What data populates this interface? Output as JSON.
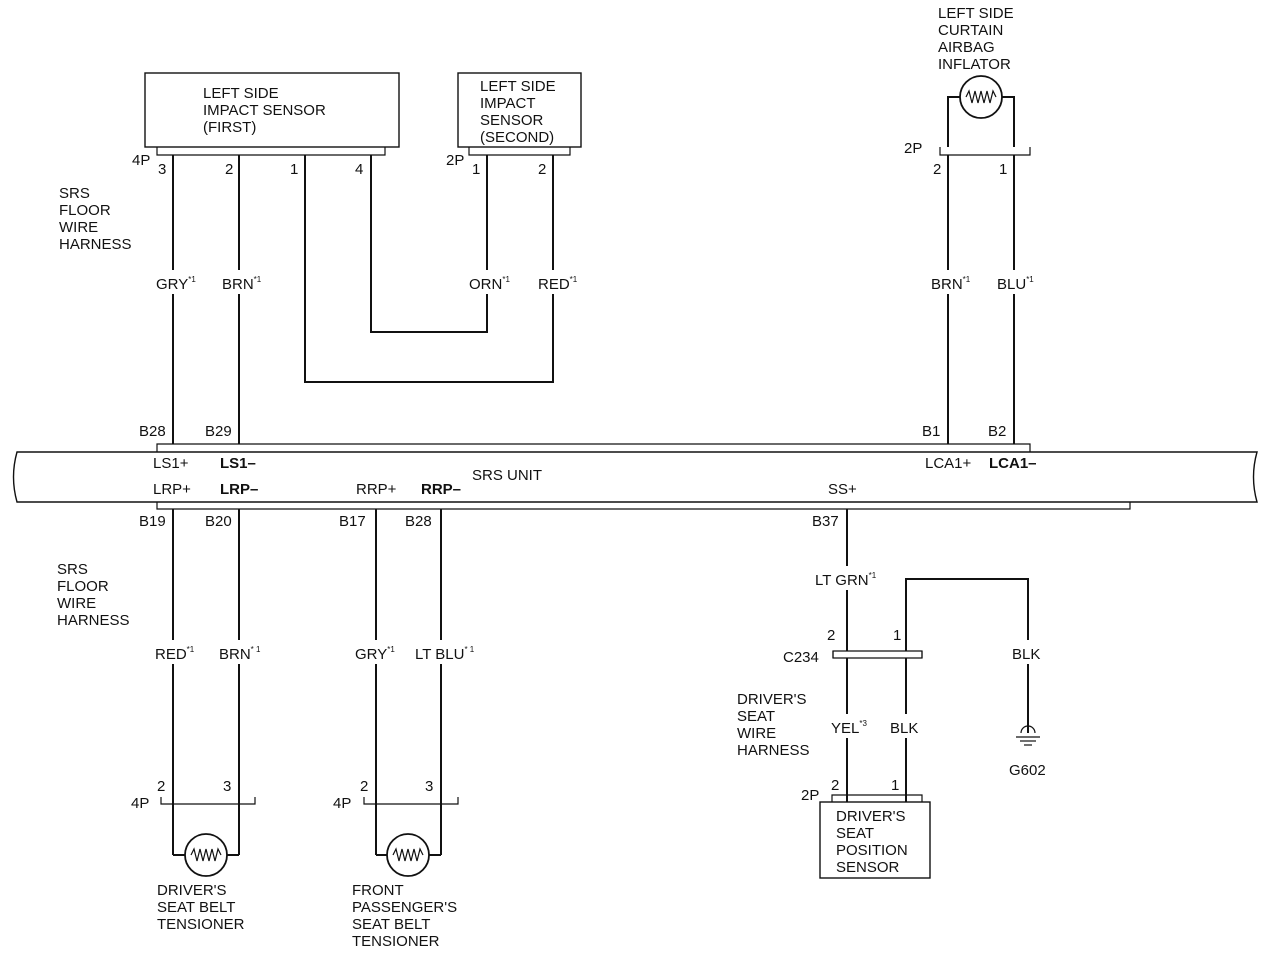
{
  "components": {
    "impact_sensor_first": [
      "LEFT SIDE",
      "IMPACT SENSOR",
      "(FIRST)"
    ],
    "impact_sensor_second": [
      "LEFT SIDE",
      "IMPACT",
      "SENSOR",
      "(SECOND)"
    ],
    "curtain_inflator": [
      "LEFT SIDE",
      "CURTAIN",
      "AIRBAG",
      "INFLATOR"
    ],
    "srs_unit": "SRS UNIT",
    "driver_tensioner": [
      "DRIVER'S",
      "SEAT BELT",
      "TENSIONER"
    ],
    "passenger_tensioner": [
      "FRONT",
      "PASSENGER'S",
      "SEAT BELT",
      "TENSIONER"
    ],
    "seat_position_sensor": [
      "DRIVER'S",
      "SEAT",
      "POSITION",
      "SENSOR"
    ]
  },
  "harnesses": {
    "floor_upper": [
      "SRS",
      "FLOOR",
      "WIRE",
      "HARNESS"
    ],
    "floor_lower": [
      "SRS",
      "FLOOR",
      "WIRE",
      "HARNESS"
    ],
    "seat": [
      "DRIVER'S",
      "SEAT",
      "WIRE",
      "HARNESS"
    ]
  },
  "connectors": {
    "sensor_first_size": "4P",
    "sensor_first_pins": [
      "3",
      "2",
      "1",
      "4"
    ],
    "sensor_second_size": "2P",
    "sensor_second_pins": [
      "1",
      "2"
    ],
    "inflator_size": "2P",
    "inflator_pins": [
      "2",
      "1"
    ],
    "driver_tensioner_size": "4P",
    "driver_tensioner_pins": [
      "2",
      "3"
    ],
    "passenger_tensioner_size": "4P",
    "passenger_tensioner_pins": [
      "2",
      "3"
    ],
    "c234_name": "C234",
    "c234_pins": [
      "2",
      "1"
    ],
    "seat_sensor_size": "2P",
    "seat_sensor_pins": [
      "2",
      "1"
    ]
  },
  "srs_terminals": {
    "top": [
      "B28",
      "B29",
      "B1",
      "B2"
    ],
    "bottom": [
      "B19",
      "B20",
      "B17",
      "B28",
      "B37"
    ]
  },
  "srs_signals": {
    "row1": [
      "LS1+",
      "LS1–",
      "LCA1+",
      "LCA1–"
    ],
    "row2": [
      "LRP+",
      "LRP–",
      "RRP+",
      "RRP–",
      "SS+"
    ]
  },
  "wire_colors": {
    "gry_upper": "GRY",
    "brn_upper": "BRN",
    "orn": "ORN",
    "red_upper": "RED",
    "brn_inflator": "BRN",
    "blu_inflator": "BLU",
    "red_lower": "RED",
    "brn_lower": "BRN",
    "gry_lower": "GRY",
    "lt_blu": "LT BLU",
    "lt_grn": "LT GRN",
    "blk_ground": "BLK",
    "yel": "YEL",
    "blk_sensor": "BLK"
  },
  "footnotes": {
    "gry_upper": "*1",
    "brn_upper": "*1",
    "orn": "*1",
    "red_upper": "*1",
    "brn_inflator": "*1",
    "blu_inflator": "*1",
    "red_lower": "*1",
    "brn_lower": "* 1",
    "gry_lower": "*1",
    "lt_blu": "* 1",
    "lt_grn": "*1",
    "yel": "*3"
  },
  "ground": "G602"
}
